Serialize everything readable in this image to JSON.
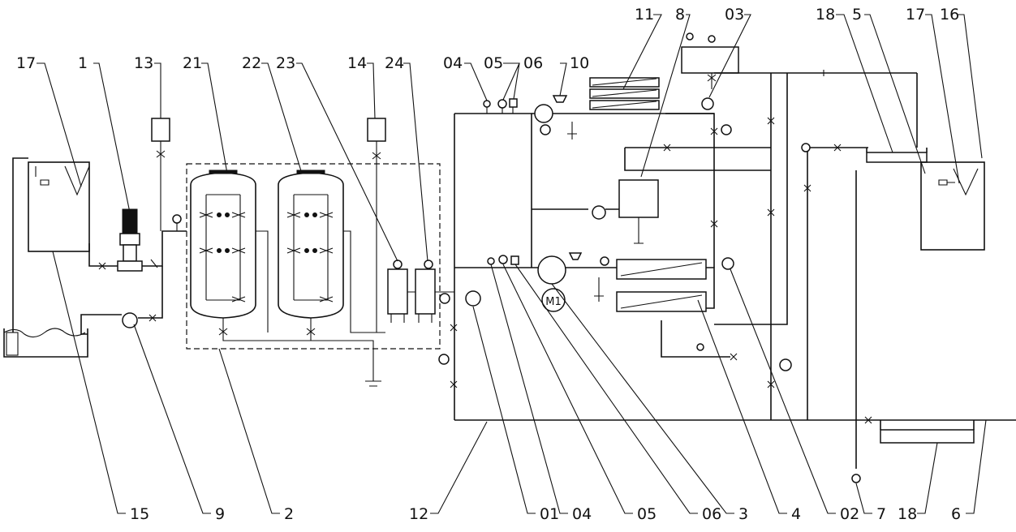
{
  "top_labels": [
    "17",
    "1",
    "13",
    "21",
    "22",
    "23",
    "14",
    "24",
    "04",
    "05",
    "06",
    "10",
    "11",
    "8",
    "03",
    "18",
    "5",
    "17",
    "16"
  ],
  "bottom_labels": [
    "15",
    "9",
    "2",
    "12",
    "01",
    "04",
    "05",
    "06",
    "3",
    "4",
    "02",
    "7",
    "18",
    "6"
  ],
  "motor_label": "M1"
}
